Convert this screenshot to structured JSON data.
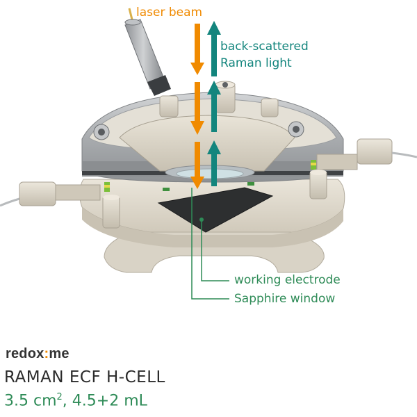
{
  "labels": {
    "laser_beam": "laser beam",
    "back_scattered_line1": "back-scattered",
    "back_scattered_line2": "Raman light",
    "working_electrode": "working electrode",
    "sapphire_window": "Sapphire window"
  },
  "brand": {
    "part1": "redox",
    "part2": "me"
  },
  "product": {
    "name": "RAMAN ECF H-CELL",
    "area_value": "3.5 cm",
    "area_exp": "2",
    "volume": ", 4.5+2 mL"
  },
  "colors": {
    "laser": "#f08a00",
    "raman": "#13857d",
    "body": "#e3ddd1",
    "metal": "#b5b8ba",
    "brand_text": "#333333",
    "product_text": "#2b2b2b",
    "spec_text": "#2e8b57"
  }
}
